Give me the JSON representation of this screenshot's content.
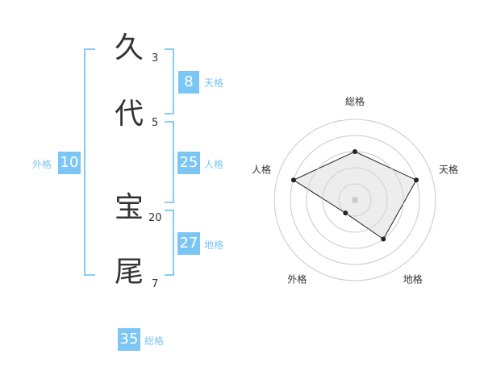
{
  "name": {
    "chars": [
      {
        "char": "久",
        "strokes": "3"
      },
      {
        "char": "代",
        "strokes": "5"
      },
      {
        "char": "宝",
        "strokes": "20"
      },
      {
        "char": "尾",
        "strokes": "7"
      }
    ]
  },
  "fortunes": {
    "tenkaku": {
      "value": "8",
      "label": "天格"
    },
    "jinkaku": {
      "value": "25",
      "label": "人格"
    },
    "chikaku": {
      "value": "27",
      "label": "地格"
    },
    "gaikaku": {
      "value": "10",
      "label": "外格"
    },
    "soukaku": {
      "value": "35",
      "label": "総格"
    }
  },
  "chart_data": {
    "type": "radar",
    "axes": [
      "総格",
      "天格",
      "地格",
      "外格",
      "人格"
    ],
    "rings": 5,
    "max": 5,
    "values": [
      3,
      4,
      3,
      1,
      4
    ],
    "colors": {
      "fill": "#f0f0f0",
      "line": "#222222",
      "grid": "#cccccc",
      "center": "#cccccc"
    }
  }
}
